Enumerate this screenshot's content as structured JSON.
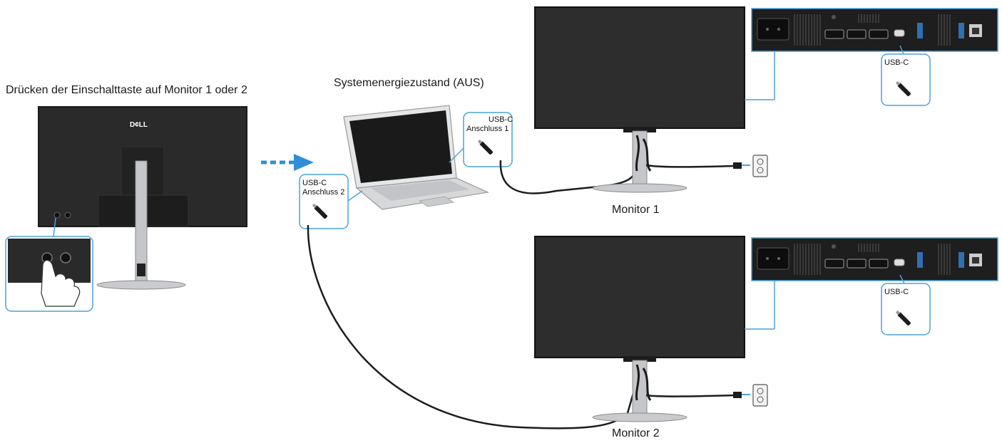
{
  "header": {
    "press_instruction": "Drücken der Einschalttaste auf Monitor 1 oder 2",
    "system_state": "Systemenergiezustand (AUS)"
  },
  "laptop": {
    "port1": {
      "line1": "USB-C",
      "line2": "Anschluss 1"
    },
    "port2": {
      "line1": "USB-C",
      "line2": "Anschluss 2"
    }
  },
  "monitors": [
    {
      "label": "Monitor 1",
      "port_label": "USB-C"
    },
    {
      "label": "Monitor 2",
      "port_label": "USB-C"
    }
  ],
  "brand": {
    "logo_text": "D¢LL"
  },
  "colors": {
    "accent": "#2f8fd6",
    "callout_border": "#4aa3d8",
    "screen": "#2b2b2b",
    "bezel": "#1a1a1a",
    "stand": "#b9bcc0",
    "cable": "#1c1c1c"
  },
  "icons": [
    "power-button-icon",
    "hand-pointer-icon",
    "arrow-right-icon",
    "usb-c-plug-icon",
    "power-outlet-icon",
    "power-plug-icon",
    "hdmi-port-icon",
    "displayport-icon",
    "usb-c-port-icon",
    "usb-a-port-icon",
    "ethernet-port-icon"
  ]
}
